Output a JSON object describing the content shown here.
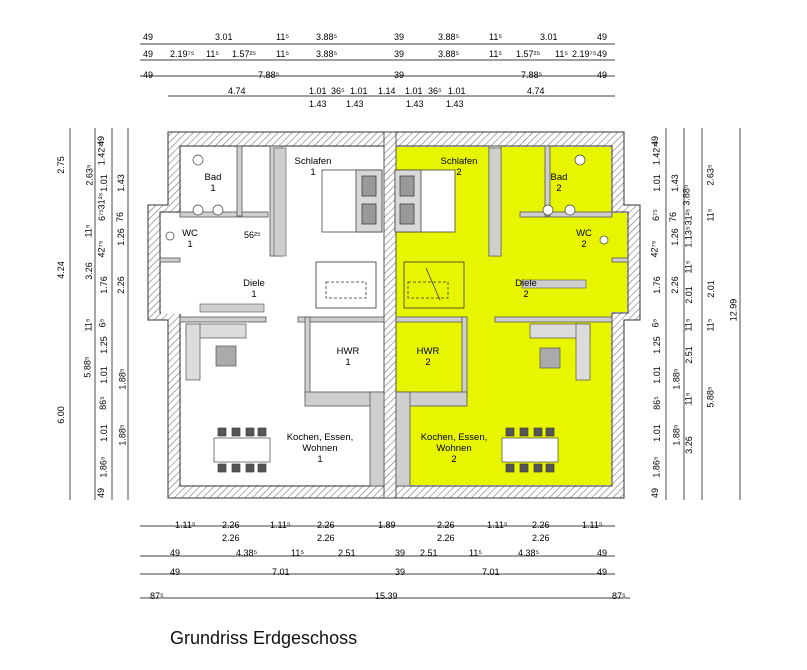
{
  "title": "Grundriss Erdgeschoss",
  "colors": {
    "highlight": "#e8f500",
    "wall": "#cfcfcf",
    "wall_stroke": "#555555",
    "line": "#000000"
  },
  "rooms_left": [
    {
      "name": "Schlafen",
      "num": "1"
    },
    {
      "name": "Bad",
      "num": "1"
    },
    {
      "name": "WC",
      "num": "1"
    },
    {
      "name": "Diele",
      "num": "1"
    },
    {
      "name": "HWR",
      "num": "1"
    },
    {
      "name": "Kochen, Essen,",
      "name2": "Wohnen",
      "num": "1"
    }
  ],
  "rooms_right": [
    {
      "name": "Schlafen",
      "num": "2"
    },
    {
      "name": "Bad",
      "num": "2"
    },
    {
      "name": "WC",
      "num": "2"
    },
    {
      "name": "Diele",
      "num": "2"
    },
    {
      "name": "HWR",
      "num": "2"
    },
    {
      "name": "Kochen, Essen,",
      "name2": "Wohnen",
      "num": "2"
    }
  ],
  "misc_dim": "56²⁵",
  "top_dims": {
    "row1": [
      "49",
      "3.01",
      "11⁵",
      "3.88⁵",
      "39",
      "3.88⁵",
      "11⁵",
      "3.01",
      "49"
    ],
    "row2": [
      "49",
      "2.19⁷⁵",
      "11⁵",
      "1.57²⁵",
      "11⁵",
      "3.88⁵",
      "39",
      "3.88⁵",
      "11⁵",
      "1.57²⁵",
      "11⁵",
      "2.19⁷⁵",
      "49"
    ],
    "row3": [
      "49",
      "7.88⁵",
      "39",
      "7.88⁵",
      "49"
    ],
    "row4": [
      "4.74",
      "1.01",
      "36⁵",
      "1.01",
      "1.14",
      "1.01",
      "36⁵",
      "1.01",
      "4.74"
    ],
    "row4b": [
      "1.43",
      "1.43",
      "1.43",
      "1.43"
    ]
  },
  "bottom_dims": {
    "row1": [
      "1.11⁵",
      "2.26",
      "1.11⁵",
      "2.26",
      "1.89",
      "2.26",
      "1.11⁵",
      "2.26",
      "1.11⁵"
    ],
    "row1b": [
      "2.26",
      "2.26",
      "2.26",
      "2.26"
    ],
    "row2": [
      "49",
      "4.38⁵",
      "11⁵",
      "2.51",
      "39",
      "2.51",
      "11⁵",
      "4.38⁵",
      "49"
    ],
    "row3": [
      "49",
      "7.01",
      "39",
      "7.01",
      "49"
    ],
    "row4": [
      "87⁵",
      "15.39",
      "87⁵"
    ]
  },
  "left_dims": {
    "outer": [
      "2.75",
      "4.24",
      "6.00"
    ],
    "mid": [
      "2.63⁵",
      "11⁵",
      "3.26",
      "11⁵",
      "5.88⁵"
    ],
    "inner_a": [
      "49",
      "1.42⁷⁵",
      "1.01",
      "31²⁵",
      "6⁷⁵",
      "42⁷⁵",
      "1.76",
      "6⁵",
      "1.25",
      "1.01",
      "86⁵",
      "1.01",
      "1.86⁵",
      "49"
    ],
    "inner_b": [
      "1.43",
      "76",
      "1.26",
      "2.26",
      "1.88⁵",
      "1.88⁵"
    ]
  },
  "right_dims": {
    "a": [
      "49",
      "1.42⁷⁵",
      "1.01",
      "6⁷⁵",
      "42⁷⁵",
      "1.76",
      "6⁵",
      "1.25",
      "1.01",
      "86⁵",
      "1.01",
      "1.86⁵",
      "49"
    ],
    "b": [
      "1.43",
      "76",
      "1.26",
      "2.26",
      "1.88⁵",
      "1.88⁵"
    ],
    "c": [
      "3.88⁵",
      "31²⁵",
      "1.13⁵",
      "11⁵",
      "2.01",
      "11⁵",
      "2.51",
      "11⁵",
      "3.26"
    ],
    "d": [
      "2.63⁵",
      "11⁵",
      "2.01",
      "11⁵",
      "5.88⁵"
    ],
    "outer": [
      "12.99"
    ]
  }
}
